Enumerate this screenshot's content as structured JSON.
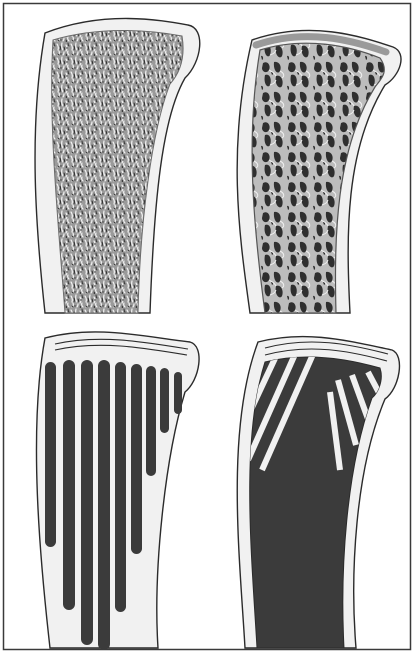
{
  "figure": {
    "panels": [
      {
        "id": "top-left",
        "depicts": "bone-fine-trabecular-texture"
      },
      {
        "id": "top-right",
        "depicts": "bone-coarse-trabecular-network"
      },
      {
        "id": "bottom-left",
        "depicts": "bone-longitudinal-stripe-pattern"
      },
      {
        "id": "bottom-right",
        "depicts": "bone-solid-fill-with-diagonal-bands"
      }
    ],
    "colors": {
      "frame": "#3a3a3a",
      "cortex": "#f1f1f1",
      "outline": "#2b2b2b",
      "dark_fill": "#3b3b3b",
      "fine_texture_bg": "#9a9a9a",
      "coarse_bg": "#bdbdbd",
      "coarse_cells": "#2f2f2f"
    }
  }
}
